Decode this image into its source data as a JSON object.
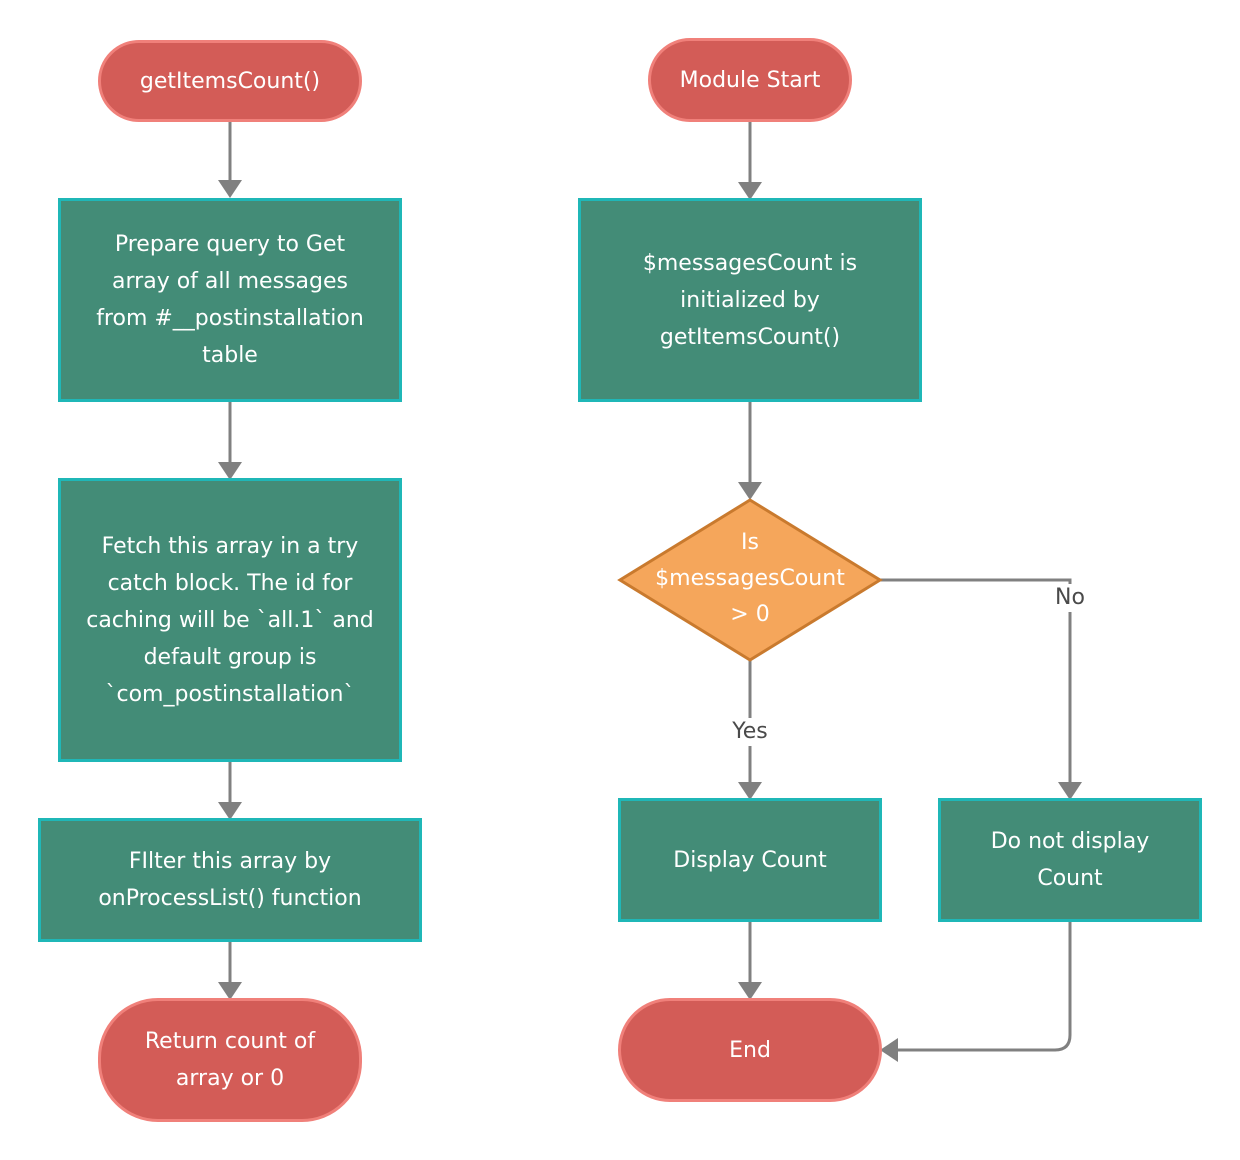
{
  "nodes": {
    "get_items_count": "getItemsCount()",
    "prepare_query": "Prepare query to Get array of all messages from #__postinstallation table",
    "fetch_array": "Fetch this array in a try catch block. The id for caching will be `all.1` and default group is `com_postinstallation`",
    "filter_array": "FIlter this array by onProcessList() function",
    "return_count": "Return count of array or 0",
    "module_start": "Module Start",
    "messages_count_init": "$messagesCount is initialized by getItemsCount()",
    "decision": "Is\n$messagesCount\n> 0",
    "display_count": "Display Count",
    "do_not_display": "Do not display Count",
    "end": "End"
  },
  "edges": {
    "yes_label": "Yes",
    "no_label": "No"
  },
  "colors": {
    "terminal_fill": "#d35c57",
    "terminal_stroke": "#f0807a",
    "process_fill": "#438c77",
    "process_stroke": "#1fb7b7",
    "decision_fill": "#f5a65b",
    "decision_stroke": "#c97a2e",
    "connector": "#808080"
  }
}
